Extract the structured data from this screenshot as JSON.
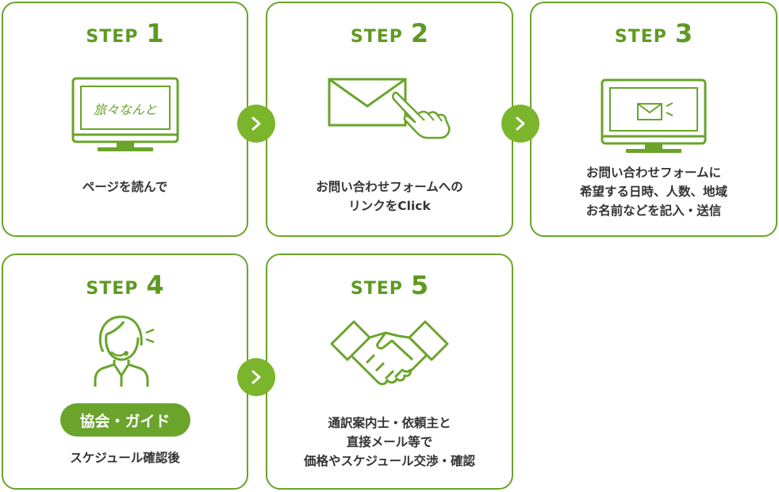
{
  "colors": {
    "accent": "#6aa42a",
    "arrow": "#7bb52b",
    "text": "#333333"
  },
  "steps": [
    {
      "word": "STEP",
      "num": "1",
      "icon": "monitor-icon",
      "screen_text": "旅々なんと",
      "lines": [
        "ページを読んで"
      ]
    },
    {
      "word": "STEP",
      "num": "2",
      "icon": "envelope-click-icon",
      "lines": [
        "お問い合わせフォームへの",
        "リンクをClick"
      ]
    },
    {
      "word": "STEP",
      "num": "3",
      "icon": "monitor-mail-icon",
      "lines": [
        "お問い合わせフォームに",
        "希望する日時、人数、地域",
        "お名前などを記入・送信"
      ]
    },
    {
      "word": "STEP",
      "num": "4",
      "icon": "operator-headset-icon",
      "badge": "協会・ガイド",
      "lines": [
        "スケジュール確認後"
      ]
    },
    {
      "word": "STEP",
      "num": "5",
      "icon": "handshake-icon",
      "lines": [
        "通訳案内士・依頼主と",
        "直接メール等で",
        "価格やスケジュール交渉・確認"
      ]
    }
  ],
  "arrows": [
    "chevron-right-icon",
    "chevron-right-icon",
    "chevron-right-icon"
  ]
}
